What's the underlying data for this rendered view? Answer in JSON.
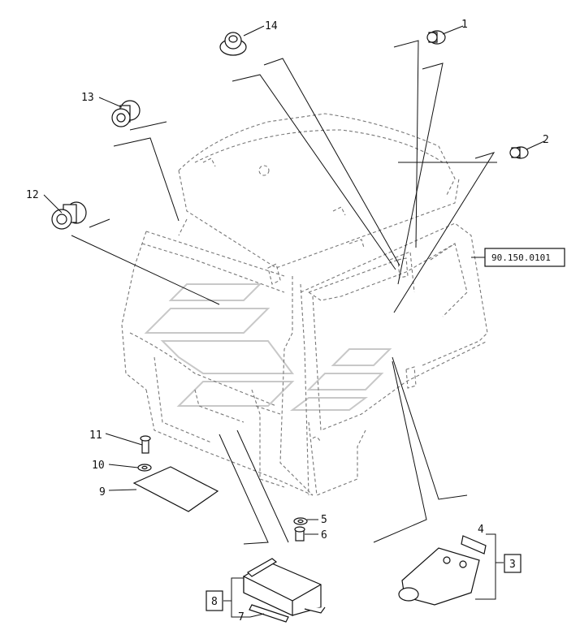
{
  "diagram": {
    "reference_code": "90.150.0101",
    "callouts": {
      "c1": "1",
      "c2": "2",
      "c3": "3",
      "c4": "4",
      "c5": "5",
      "c6": "6",
      "c7": "7",
      "c8": "8",
      "c9": "9",
      "c10": "10",
      "c11": "11",
      "c12": "12",
      "c13": "13",
      "c14": "14"
    }
  }
}
